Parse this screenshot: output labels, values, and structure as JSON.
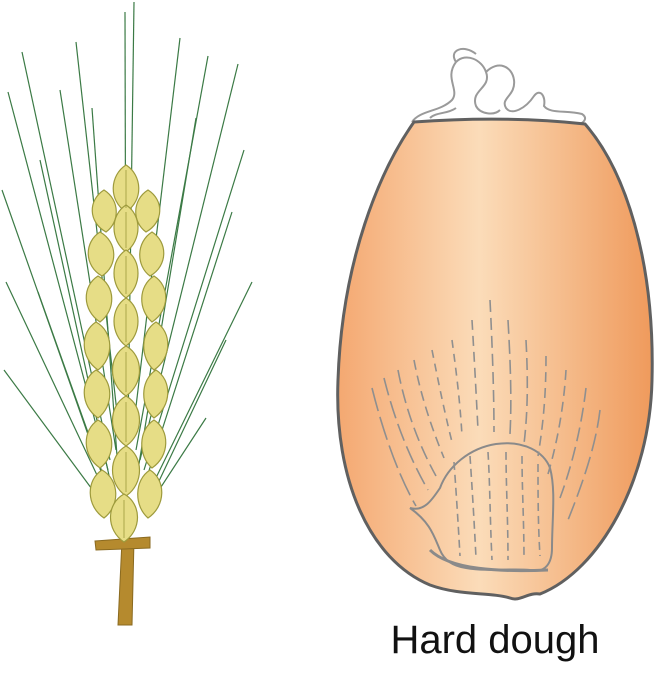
{
  "caption": "Hard dough",
  "illustrations": {
    "wheat_spike": {
      "name": "wheat-spike",
      "awn_color": "#3b7a45",
      "spikelet_fill": "#e6dd86",
      "spikelet_stroke": "#9d9a3c",
      "stem_color": "#b58a2e"
    },
    "kernel": {
      "name": "wheat-kernel",
      "fill_light": "#fcdcb7",
      "fill_dark": "#f09a5e",
      "outline": "#606060",
      "hair_color": "#9a9a9a"
    }
  }
}
